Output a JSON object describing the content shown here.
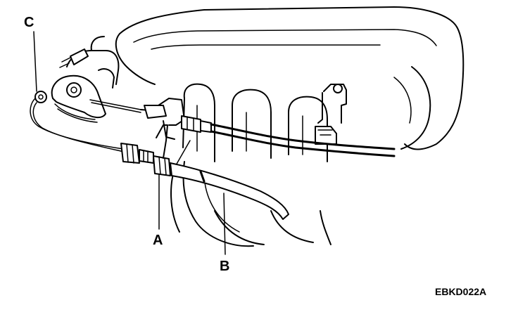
{
  "callouts": {
    "a": "A",
    "b": "B",
    "c": "C"
  },
  "figure_code": "EBKD022A"
}
